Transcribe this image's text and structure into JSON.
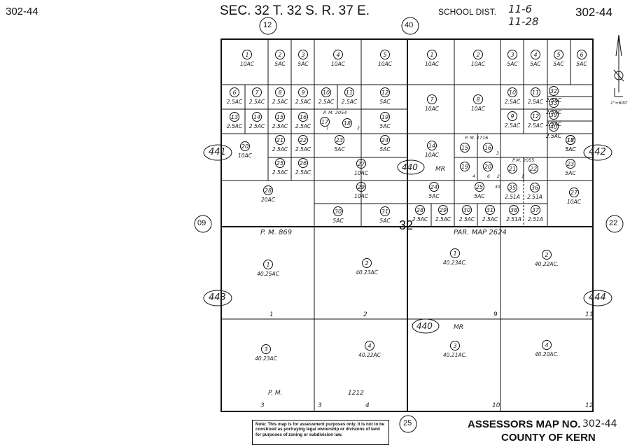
{
  "header": {
    "map_id_left": "302-44",
    "map_id_right": "302-44",
    "section_title": "SEC. 32  T. 32 S. R. 37 E.",
    "school_dist_label": "SCHOOL DIST.",
    "school_dist_values": [
      "11-6",
      "11-28"
    ]
  },
  "adjacent_maps": {
    "top_left": "12",
    "top_right": "40",
    "left": "09",
    "right": "22",
    "bottom": "25",
    "book_left_upper": "441",
    "book_right_upper": "442",
    "book_left_lower": "443",
    "book_right_lower": "444",
    "book_center_1": "440",
    "book_center_1_suffix": "MR",
    "book_center_2": "440",
    "book_center_2_suffix": "MR"
  },
  "section_number": "32",
  "scale_text": "1\"=600'",
  "parcel_maps": {
    "pm_869": "P. M.     869",
    "par_map_2624": "PAR. MAP 2624",
    "pm_1212": "P. M.",
    "pm_1212_number": "1212",
    "pm_2054": "P. M. 2054",
    "pm_1716": "P. M. 1716",
    "pm_2055": "P.M. 2055"
  },
  "parcels": [
    {
      "n": "1",
      "a": "10AC"
    },
    {
      "n": "2",
      "a": "5AC"
    },
    {
      "n": "3",
      "a": "5AC"
    },
    {
      "n": "4",
      "a": "10AC"
    },
    {
      "n": "5",
      "a": "10AC"
    },
    {
      "n": "6",
      "a": "2.5AC"
    },
    {
      "n": "7",
      "a": "2.5AC"
    },
    {
      "n": "8",
      "a": "2.5AC"
    },
    {
      "n": "9",
      "a": "2.5AC"
    },
    {
      "n": "10",
      "a": "2.5AC"
    },
    {
      "n": "11",
      "a": "2.5AC"
    },
    {
      "n": "12",
      "a": "5AC"
    },
    {
      "n": "13",
      "a": "2.5AC"
    },
    {
      "n": "14",
      "a": "2.5AC"
    },
    {
      "n": "15",
      "a": "2.5AC"
    },
    {
      "n": "16",
      "a": "2.5AC"
    },
    {
      "n": "17",
      "a": ""
    },
    {
      "n": "18",
      "a": ""
    },
    {
      "n": "19",
      "a": "5AC"
    },
    {
      "n": "20",
      "a": "10AC"
    },
    {
      "n": "21",
      "a": "2.5AC"
    },
    {
      "n": "22",
      "a": "2.5AC"
    },
    {
      "n": "23",
      "a": "5AC"
    },
    {
      "n": "24",
      "a": "5AC"
    },
    {
      "n": "25",
      "a": "2.5AC"
    },
    {
      "n": "26",
      "a": "2.5AC"
    },
    {
      "n": "27",
      "a": "10AC"
    },
    {
      "n": "28",
      "a": "20AC"
    },
    {
      "n": "29",
      "a": "10AC"
    },
    {
      "n": "30",
      "a": "5AC"
    },
    {
      "n": "31",
      "a": "5AC"
    },
    {
      "n": "1",
      "a": "10AC"
    },
    {
      "n": "2",
      "a": "10AC"
    },
    {
      "n": "3",
      "a": "5AC"
    },
    {
      "n": "4",
      "a": "5AC"
    },
    {
      "n": "5",
      "a": "5AC"
    },
    {
      "n": "6",
      "a": "5AC"
    },
    {
      "n": "7",
      "a": "10AC"
    },
    {
      "n": "8",
      "a": "10AC"
    },
    {
      "n": "10",
      "a": "2.5AC"
    },
    {
      "n": "11",
      "a": "2.5AC"
    },
    {
      "n": "32",
      "a": "2.5AC"
    },
    {
      "n": "33",
      "a": "2.5AC"
    },
    {
      "n": "9",
      "a": "2.5AC"
    },
    {
      "n": "12",
      "a": "2.5AC"
    },
    {
      "n": "39",
      "a": "2.5AC"
    },
    {
      "n": "40",
      "a": "2.5AC"
    },
    {
      "n": "14",
      "a": "10AC"
    },
    {
      "n": "15",
      "a": ""
    },
    {
      "n": "16",
      "a": ""
    },
    {
      "n": "17",
      "a": "5AC"
    },
    {
      "n": "18",
      "a": "5AC"
    },
    {
      "n": "19",
      "a": ""
    },
    {
      "n": "20",
      "a": ""
    },
    {
      "n": "21",
      "a": ""
    },
    {
      "n": "22",
      "a": ""
    },
    {
      "n": "23",
      "a": "5AC"
    },
    {
      "n": "24",
      "a": "5AC"
    },
    {
      "n": "25",
      "a": "5AC"
    },
    {
      "n": "35",
      "a": "2.51A"
    },
    {
      "n": "36",
      "a": "2.51A"
    },
    {
      "n": "27",
      "a": "10AC"
    },
    {
      "n": "28",
      "a": "2.5AC"
    },
    {
      "n": "29",
      "a": "2.5AC"
    },
    {
      "n": "30",
      "a": "2.5AC"
    },
    {
      "n": "31",
      "a": "2.5AC"
    },
    {
      "n": "38",
      "a": "2.51A"
    },
    {
      "n": "37",
      "a": "2.51A"
    },
    {
      "n": "1",
      "a": "40.25AC"
    },
    {
      "n": "2",
      "a": "40.23AC"
    },
    {
      "n": "1",
      "a": "40.23AC."
    },
    {
      "n": "2",
      "a": "40.22AC."
    },
    {
      "n": "3",
      "a": "40.23AC"
    },
    {
      "n": "4",
      "a": "40.22AC"
    },
    {
      "n": "3",
      "a": "40.21AC."
    },
    {
      "n": "4",
      "a": "40.20AC."
    }
  ],
  "lot_numbers": [
    "1",
    "2",
    "9",
    "11",
    "3",
    "3",
    "4",
    "10",
    "12",
    "1",
    "2",
    "4",
    "3",
    "6",
    "2",
    "1",
    "30"
  ],
  "note_text": "Note: This map is for assessment purposes only. It is not to be construed as portraying legal ownership or divisions of land for purposes of zoning or subdivision law.",
  "footer": {
    "assessors_label": "ASSESSORS MAP NO.",
    "map_number": "302-44",
    "county": "COUNTY OF KERN"
  },
  "colors": {
    "ink": "#111111",
    "paper": "#ffffff"
  }
}
